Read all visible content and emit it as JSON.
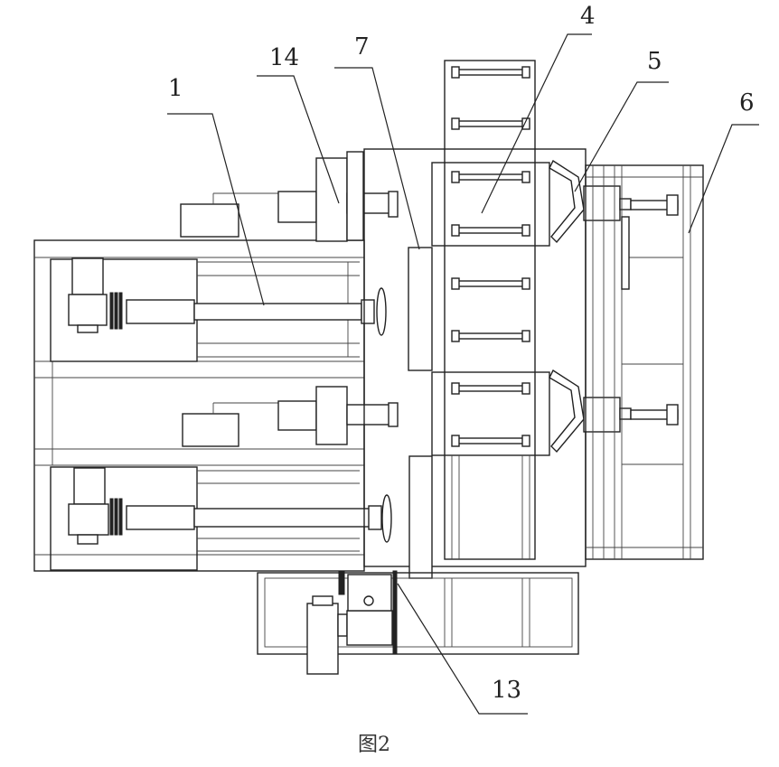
{
  "figure": {
    "caption": "图2",
    "callouts": {
      "c1": "1",
      "c4": "4",
      "c5": "5",
      "c6": "6",
      "c7": "7",
      "c13": "13",
      "c14": "14"
    }
  }
}
